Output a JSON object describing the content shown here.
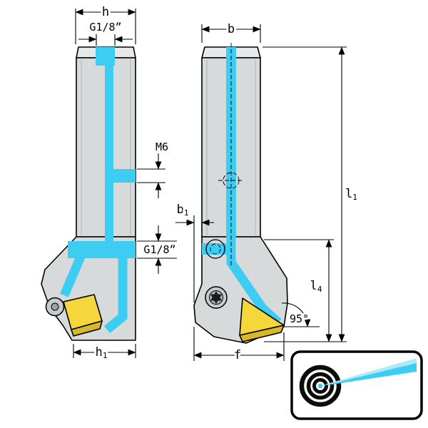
{
  "colors": {
    "coolant": "#3DCDF2",
    "coolant_dark": "#12AED8",
    "body_gray": "#D6DADB",
    "body_light": "#E6E8E9",
    "insert_yellow": "#F5D63B",
    "insert_dark": "#D8B82B",
    "shade": "#AFB5B7",
    "outline": "#000000"
  },
  "views": {
    "left": {
      "title": "front-view-of-toolholder",
      "dims": {
        "h": "h",
        "g18_top": "G1/8”",
        "m6": "M6",
        "g18_side": "G1/8”",
        "h1_base": "h",
        "h1_sub": "1"
      }
    },
    "right": {
      "title": "side-view-of-toolholder",
      "dims": {
        "b": "b",
        "b1_base": "b",
        "b1_sub": "1",
        "l1_base": "l",
        "l1_sub": "1",
        "l4_base": "l",
        "l4_sub": "4",
        "angle": "95°",
        "f": "f"
      }
    }
  },
  "icons": {
    "bullseye": "precision-bullseye-target-icon",
    "jet": "coolant-jet-icon"
  }
}
